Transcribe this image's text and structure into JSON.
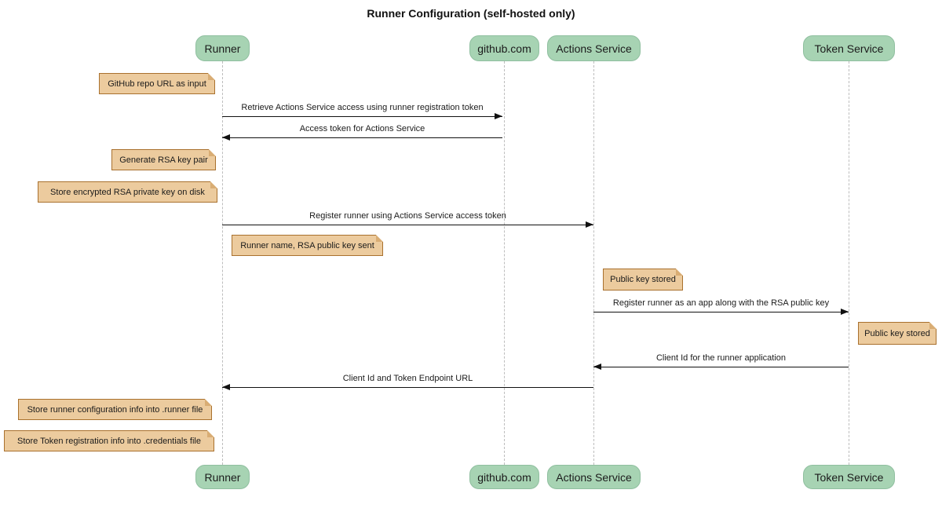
{
  "title": "Runner Configuration (self-hosted only)",
  "diagram_type": "sequence",
  "participants": [
    {
      "name": "Runner"
    },
    {
      "name": "github.com"
    },
    {
      "name": "Actions Service"
    },
    {
      "name": "Token Service"
    }
  ],
  "messages": [
    {
      "label": "Retrieve Actions Service access using runner registration token",
      "from": "Runner",
      "to": "github.com"
    },
    {
      "label": "Access token for Actions Service",
      "from": "github.com",
      "to": "Runner"
    },
    {
      "label": "Register runner using Actions Service access token",
      "from": "Runner",
      "to": "Actions Service"
    },
    {
      "label": "Register runner as an app along with the RSA public key",
      "from": "Actions Service",
      "to": "Token Service"
    },
    {
      "label": "Client Id for the runner application",
      "from": "Token Service",
      "to": "Actions Service"
    },
    {
      "label": "Client Id and Token Endpoint URL",
      "from": "Actions Service",
      "to": "Runner"
    }
  ],
  "notes": [
    {
      "text": "GitHub repo URL as input",
      "position": "left of Runner"
    },
    {
      "text": "Generate RSA key pair",
      "position": "left of Runner"
    },
    {
      "text": "Store encrypted RSA private key on disk",
      "position": "left of Runner"
    },
    {
      "text": "Runner name, RSA public key sent",
      "position": "right of Runner"
    },
    {
      "text": "Public key stored",
      "position": "right of Actions Service"
    },
    {
      "text": "Public key stored",
      "position": "right of Token Service"
    },
    {
      "text": "Store runner configuration info into .runner file",
      "position": "left of Runner"
    },
    {
      "text": "Store Token registration info into .credentials file",
      "position": "left of Runner"
    }
  ],
  "colors": {
    "background": "#ffffff",
    "participant_fill": "#a7d3b3",
    "participant_border": "#8fbf9f",
    "note_fill": "#eccb9e",
    "note_border": "#a9712e",
    "lifeline": "#bdbdbd",
    "arrow": "#111111",
    "text": "#1b1b1b"
  }
}
